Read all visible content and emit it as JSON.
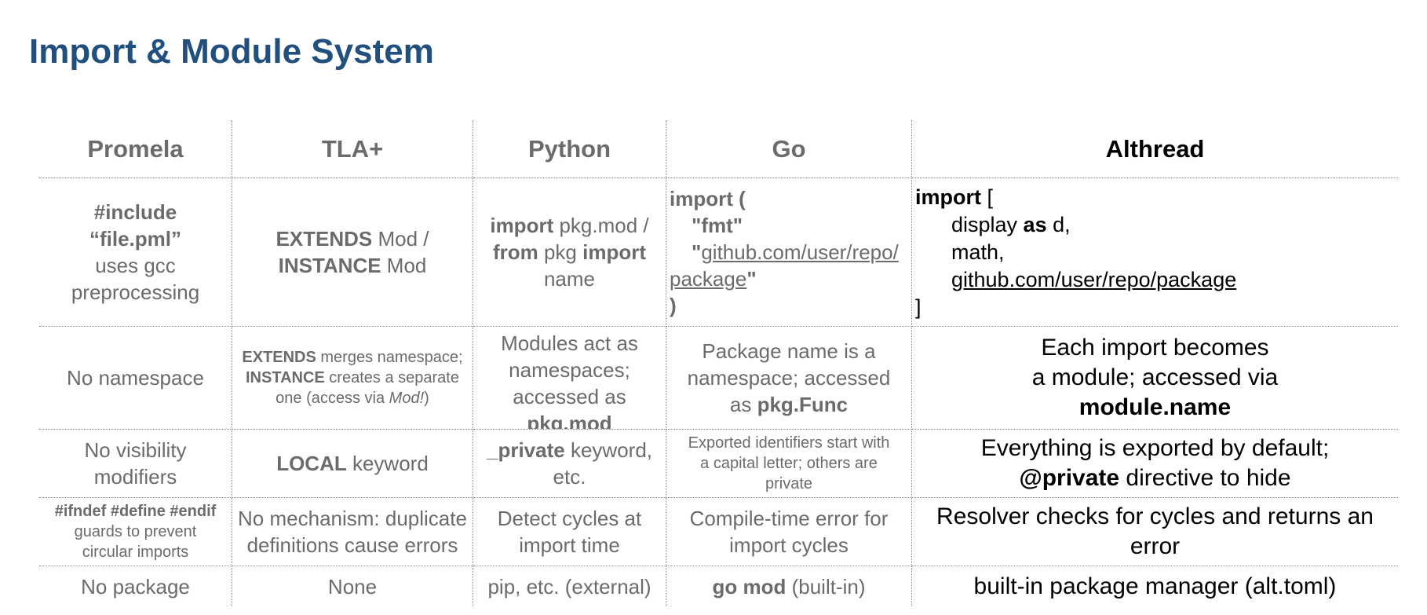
{
  "page": {
    "title": "Import & Module System"
  },
  "headers": [
    "Promela",
    "TLA+",
    "Python",
    "Go",
    "Althread"
  ],
  "rows": {
    "import_syntax": {
      "promela": {
        "kw": "#include",
        "file": "“file.pml”",
        "line3": "uses gcc",
        "line4": "preprocessing"
      },
      "tla": {
        "kw1": "EXTENDS",
        "t1": " Mod /",
        "kw2": "INSTANCE",
        "t2": " Mod"
      },
      "python": {
        "kw1": "import",
        "t1": " pkg.mod /",
        "kw2": "from",
        "t2": " pkg ",
        "kw3": "import",
        "t3": "name"
      },
      "go": {
        "l1": "import (",
        "l2": "\"fmt\"",
        "l3_quote_open": "\"",
        "l3_link": "github.com/user/repo/",
        "l4_link": "package",
        "l4_quote_close": "\"",
        "l5": ")"
      },
      "althread": {
        "kw": "import",
        "bracket_open": " [",
        "l2a": "display ",
        "l2kw": "as",
        "l2b": " d,",
        "l3": "math,",
        "l4_link": "github.com/user/repo/package",
        "bracket_close": "]"
      }
    },
    "namespace": {
      "promela": "No namespace",
      "tla": {
        "kw1": "EXTENDS",
        "t1": " merges namespace;",
        "kw2": "INSTANCE",
        "t2": " creates a separate",
        "t3a": "one (access via ",
        "t3i": "Mod!",
        "t3b": ")"
      },
      "python": {
        "l1": "Modules act as",
        "l2": "namespaces;",
        "l3": "accessed as",
        "l4": "pkg.mod"
      },
      "go": {
        "l1": "Package name is a",
        "l2": "namespace; accessed",
        "l3a": "as ",
        "l3b": "pkg.Func"
      },
      "althread": {
        "l1": "Each import becomes",
        "l2": "a module; accessed via",
        "l3": "module.name"
      }
    },
    "visibility": {
      "promela": {
        "l1": "No visibility",
        "l2": "modifiers"
      },
      "tla": {
        "kw": "LOCAL",
        "t": " keyword"
      },
      "python": {
        "kw": "_private",
        "t1": " keyword,",
        "t2": "etc."
      },
      "go": {
        "l1": "Exported identifiers start with",
        "l2": "a capital letter; others are",
        "l3": "private"
      },
      "althread": {
        "l1": "Everything is exported by default;",
        "kw": "@private",
        "t": " directive to hide"
      }
    },
    "cycles": {
      "promela": {
        "kw": "#ifndef #define #endif",
        "l2": "guards to prevent",
        "l3": "circular imports"
      },
      "tla": {
        "l1": "No mechanism: duplicate",
        "l2": "definitions cause errors"
      },
      "python": {
        "l1": "Detect cycles at",
        "l2": "import time"
      },
      "go": {
        "l1": "Compile-time error for",
        "l2": "import cycles"
      },
      "althread": {
        "l1": "Resolver checks for cycles and returns an",
        "l2": "error"
      }
    },
    "packages": {
      "promela": "No package",
      "tla": "None",
      "python": "pip, etc. (external)",
      "go": {
        "kw": "go mod",
        "t": " (built-in)"
      },
      "althread": "built-in package manager (alt.toml)"
    }
  },
  "colors": {
    "title": "#21507f",
    "text_muted": "#6b6b6b",
    "text_emphasis": "#000000",
    "grid_line": "#8a8a8a"
  }
}
